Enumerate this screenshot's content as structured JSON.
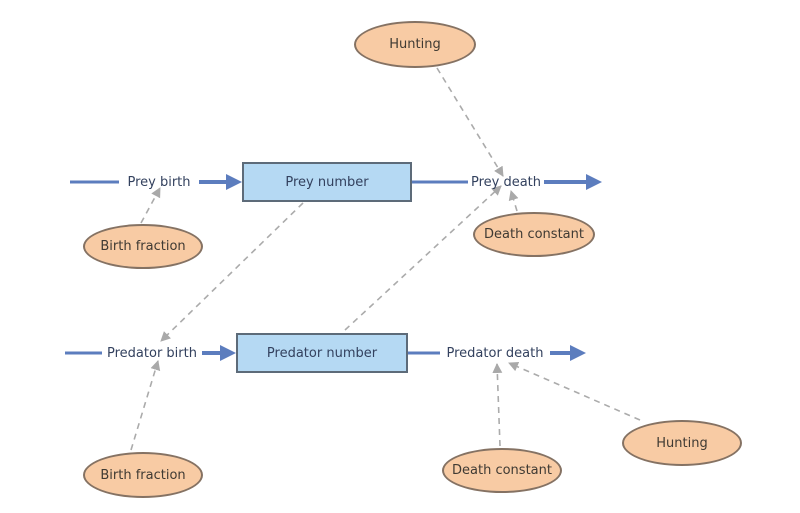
{
  "diagram": {
    "type": "stock-and-flow predator-prey model",
    "colors": {
      "flow_line": "#5C7DBE",
      "flow_label_text": "#33415E",
      "stock_fill": "#B5D9F3",
      "stock_border": "#5D6B79",
      "converter_fill": "#F8CBA4",
      "converter_border": "#857263",
      "dashed_link": "#ABABAB",
      "dashed_arrowhead": "#A9A9A9"
    },
    "stocks": [
      {
        "label": "Prey number"
      },
      {
        "label": "Predator number"
      }
    ],
    "flows": [
      {
        "label": "Prey birth"
      },
      {
        "label": "Prey death"
      },
      {
        "label": "Predator birth"
      },
      {
        "label": "Predator death"
      }
    ],
    "converters": [
      {
        "label": "Hunting"
      },
      {
        "label": "Birth fraction"
      },
      {
        "label": "Death constant"
      },
      {
        "label": "Birth fraction"
      },
      {
        "label": "Death constant"
      },
      {
        "label": "Hunting"
      }
    ],
    "links": [
      {
        "from": "Birth fraction",
        "to": "Prey birth"
      },
      {
        "from": "Hunting",
        "to": "Prey death"
      },
      {
        "from": "Death constant",
        "to": "Prey death"
      },
      {
        "from": "Prey number",
        "to": "Predator birth"
      },
      {
        "from": "Predator number",
        "to": "Prey death"
      },
      {
        "from": "Birth fraction",
        "to": "Predator birth"
      },
      {
        "from": "Death constant",
        "to": "Predator death"
      },
      {
        "from": "Hunting",
        "to": "Predator death"
      }
    ]
  }
}
